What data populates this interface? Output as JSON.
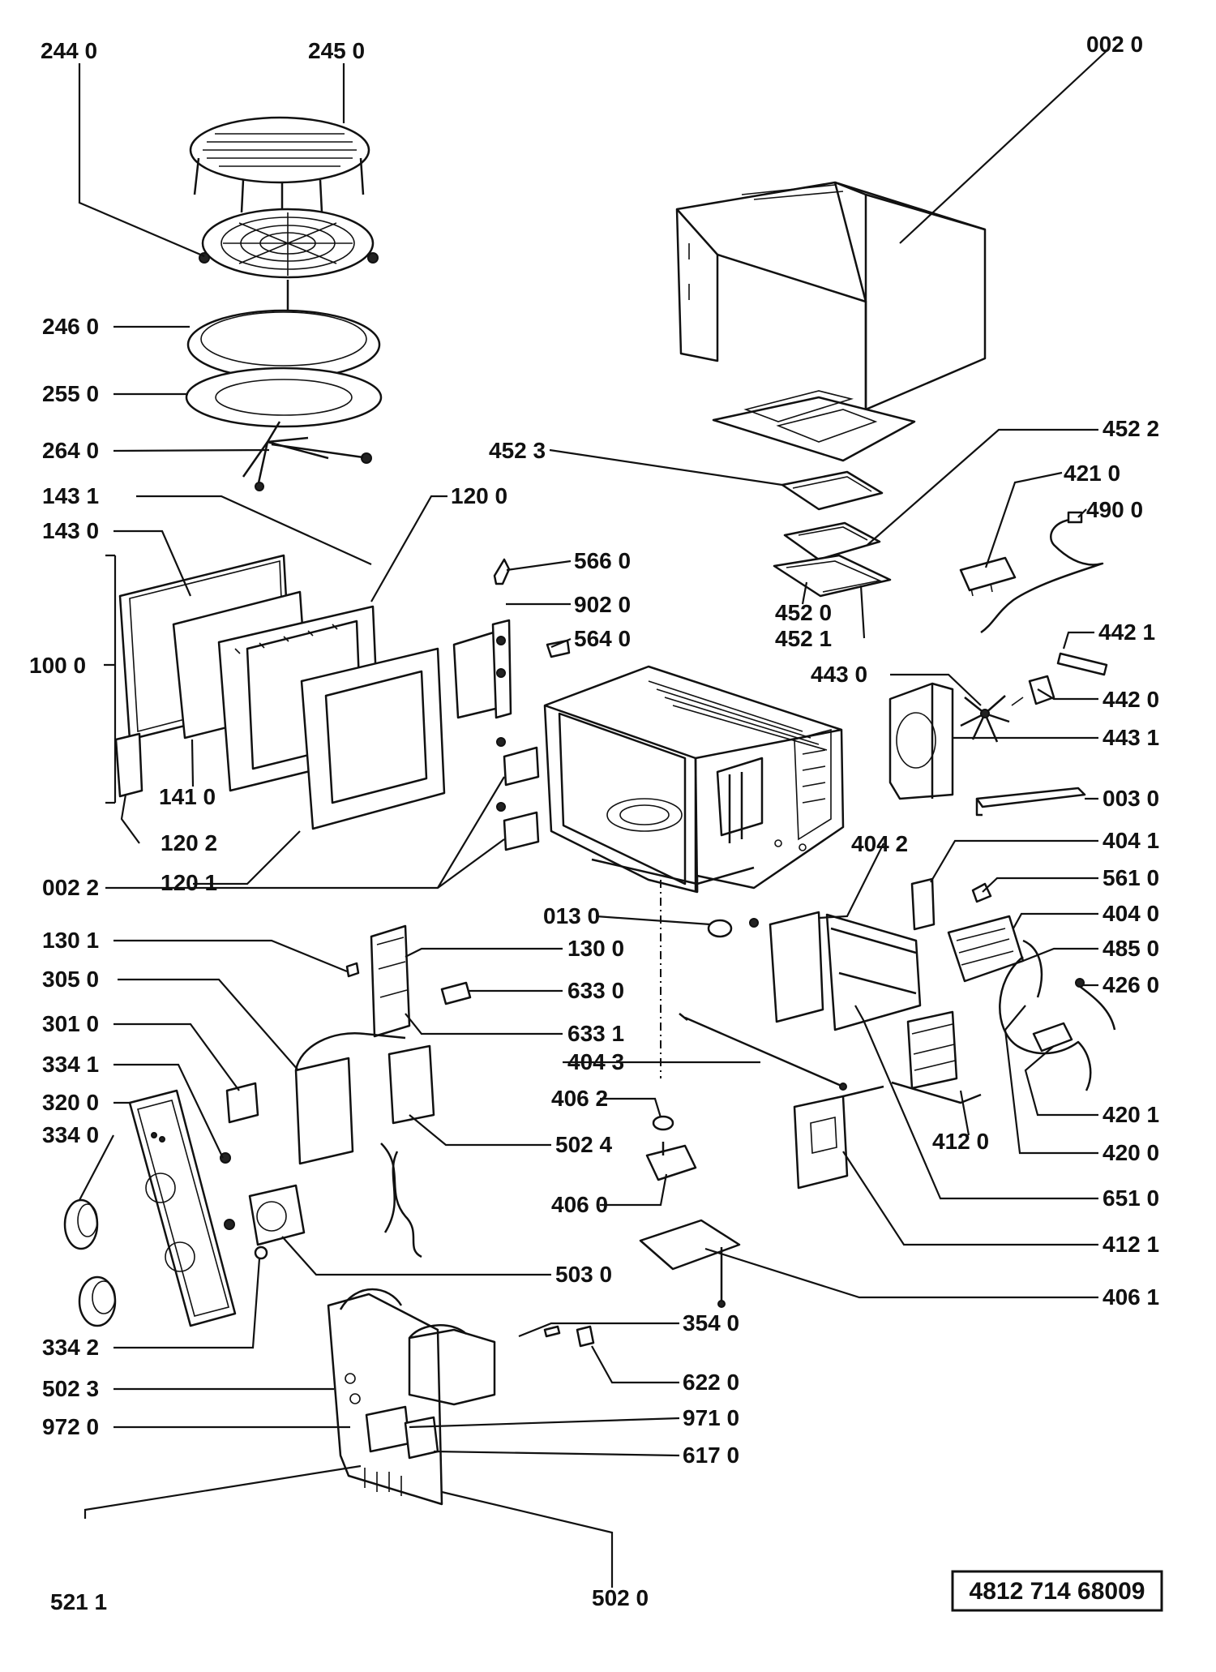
{
  "reference_code": "4812   714   68009",
  "labels": [
    {
      "id": "p2440",
      "text": "244 0"
    },
    {
      "id": "p2450",
      "text": "245 0"
    },
    {
      "id": "p0020",
      "text": "002 0"
    },
    {
      "id": "p2460",
      "text": "246 0"
    },
    {
      "id": "p2550",
      "text": "255 0"
    },
    {
      "id": "p2640",
      "text": "264 0"
    },
    {
      "id": "p4523",
      "text": "452 3"
    },
    {
      "id": "p4522",
      "text": "452 2"
    },
    {
      "id": "p4210",
      "text": "421 0"
    },
    {
      "id": "p1431",
      "text": "143 1"
    },
    {
      "id": "p1200",
      "text": "120 0"
    },
    {
      "id": "p4900",
      "text": "490 0"
    },
    {
      "id": "p1430",
      "text": "143 0"
    },
    {
      "id": "p5660",
      "text": "566 0"
    },
    {
      "id": "p9020",
      "text": "902 0"
    },
    {
      "id": "p4520",
      "text": "452 0"
    },
    {
      "id": "p4521",
      "text": "452 1"
    },
    {
      "id": "p4421",
      "text": "442 1"
    },
    {
      "id": "p1000",
      "text": "100 0"
    },
    {
      "id": "p5640",
      "text": "564 0"
    },
    {
      "id": "p4430",
      "text": "443 0"
    },
    {
      "id": "p4420",
      "text": "442 0"
    },
    {
      "id": "p4431",
      "text": "443 1"
    },
    {
      "id": "p1410",
      "text": "141 0"
    },
    {
      "id": "p1202",
      "text": "120 2"
    },
    {
      "id": "p1201",
      "text": "120 1"
    },
    {
      "id": "p0030",
      "text": "003 0"
    },
    {
      "id": "p4042",
      "text": "404 2"
    },
    {
      "id": "p4041",
      "text": "404 1"
    },
    {
      "id": "p0022",
      "text": "002 2"
    },
    {
      "id": "p5610",
      "text": "561 0"
    },
    {
      "id": "p0130",
      "text": "013 0"
    },
    {
      "id": "p4040",
      "text": "404 0"
    },
    {
      "id": "p1301",
      "text": "130 1"
    },
    {
      "id": "p1300",
      "text": "130 0"
    },
    {
      "id": "p4850",
      "text": "485 0"
    },
    {
      "id": "p3050",
      "text": "305 0"
    },
    {
      "id": "p4260",
      "text": "426 0"
    },
    {
      "id": "p6330",
      "text": "633 0"
    },
    {
      "id": "p3010",
      "text": "301 0"
    },
    {
      "id": "p6331",
      "text": "633 1"
    },
    {
      "id": "p4043",
      "text": "404 3"
    },
    {
      "id": "p3341",
      "text": "334 1"
    },
    {
      "id": "p4062",
      "text": "406 2"
    },
    {
      "id": "p3200",
      "text": "320 0"
    },
    {
      "id": "p4201",
      "text": "420 1"
    },
    {
      "id": "p3340",
      "text": "334 0"
    },
    {
      "id": "p4120",
      "text": "412 0"
    },
    {
      "id": "p5024",
      "text": "502 4"
    },
    {
      "id": "p4200",
      "text": "420 0"
    },
    {
      "id": "p4060",
      "text": "406 0"
    },
    {
      "id": "p6510",
      "text": "651 0"
    },
    {
      "id": "p4121",
      "text": "412 1"
    },
    {
      "id": "p5030",
      "text": "503 0"
    },
    {
      "id": "p4061",
      "text": "406 1"
    },
    {
      "id": "p3540",
      "text": "354 0"
    },
    {
      "id": "p3342",
      "text": "334 2"
    },
    {
      "id": "p6220",
      "text": "622 0"
    },
    {
      "id": "p5023",
      "text": "502 3"
    },
    {
      "id": "p9710",
      "text": "971 0"
    },
    {
      "id": "p9720",
      "text": "972 0"
    },
    {
      "id": "p6170",
      "text": "617 0"
    },
    {
      "id": "p5211",
      "text": "521 1"
    },
    {
      "id": "p5020",
      "text": "502 0"
    }
  ]
}
